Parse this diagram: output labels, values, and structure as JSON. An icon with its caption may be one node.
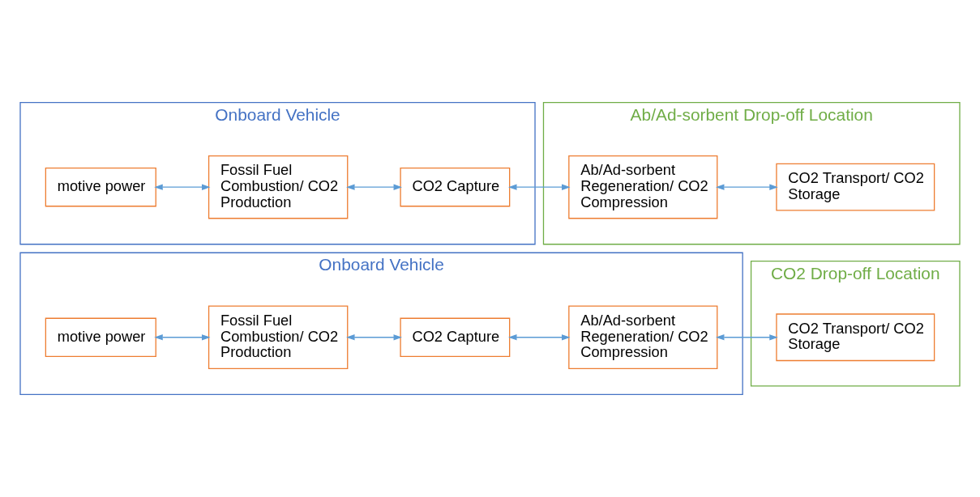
{
  "diagram": {
    "nodes": [
      {
        "text": [
          "Onboard Vehicle"
        ]
      },
      {
        "text": [
          "motive power"
        ],
        "in": 0
      },
      {
        "text": [
          "Fossil Fuel Combustion/ CO2 Production"
        ],
        "in": 0
      },
      {
        "text": [
          "CO2 Capture"
        ],
        "in": 0
      },
      {
        "text": [
          "Ab/Ad-sorbent Regeneration/ CO2 Compression"
        ],
        "in": 0
      },
      {
        "text": [
          "CO2 Drop-off Location"
        ]
      },
      {
        "text": [
          "CO2 Transport/ CO2 Storage"
        ],
        "in": 5
      },
      {
        "text": [
          "Onboard Vehicle"
        ]
      },
      {
        "text": [
          "motive power"
        ],
        "in": 7
      },
      {
        "text": [
          "Fossil Fuel Combustion/ CO2 Production"
        ],
        "in": 7
      },
      {
        "text": [
          "CO2 Capture"
        ],
        "in": 7
      },
      {
        "text": [
          "Ab/Ad-sorbent Drop-off Location"
        ]
      },
      {
        "text": [
          "Ab/Ad-sorbent Regeneration/ CO2 Compression"
        ],
        "in": 11
      },
      {
        "text": [
          "CO2 Transport/ CO2 Storage"
        ],
        "in": 11
      }
    ],
    "edges": [
      {
        "from": 1,
        "to": 2,
        "arrow": "both"
      },
      {
        "from": 2,
        "to": 3,
        "arrow": "both"
      },
      {
        "from": 3,
        "to": 4,
        "arrow": "both"
      },
      {
        "from": 4,
        "to": 6,
        "arrow": "both"
      },
      {
        "from": 8,
        "to": 9,
        "arrow": "both"
      },
      {
        "from": 9,
        "to": 10,
        "arrow": "both"
      },
      {
        "from": 10,
        "to": 12,
        "arrow": "both"
      },
      {
        "from": 12,
        "to": 13,
        "arrow": "both"
      }
    ]
  }
}
